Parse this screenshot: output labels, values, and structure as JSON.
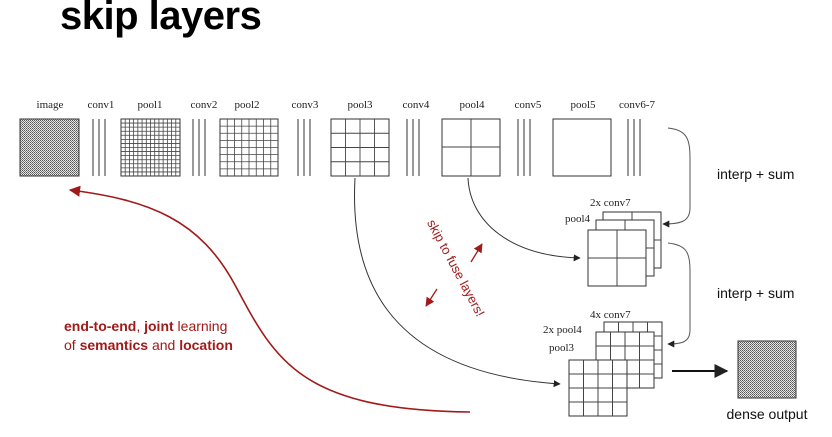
{
  "title": "skip layers",
  "layer_labels": [
    "image",
    "conv1",
    "pool1",
    "conv2",
    "pool2",
    "conv3",
    "pool3",
    "conv4",
    "pool4",
    "conv5",
    "pool5",
    "conv6-7"
  ],
  "fusion_labels": {
    "first_output": "2x conv7",
    "first_skip": "pool4",
    "second_output": "4x conv7",
    "second_skip_pool4": "2x pool4",
    "second_skip_pool3": "pool3"
  },
  "operations": {
    "interp_sum_1": "interp + sum",
    "interp_sum_2": "interp + sum"
  },
  "annotation": {
    "skip_text": "skip to fuse layers!",
    "line1_a": "end-to-end",
    "line1_b": ", ",
    "line1_c": "joint",
    "line1_d": " learning",
    "line2_a": "of ",
    "line2_b": "semantics",
    "line2_c": " and ",
    "line2_d": "location"
  },
  "output_label": "dense output",
  "colors": {
    "accent_red": "#a11a1a",
    "line": "#333333"
  }
}
